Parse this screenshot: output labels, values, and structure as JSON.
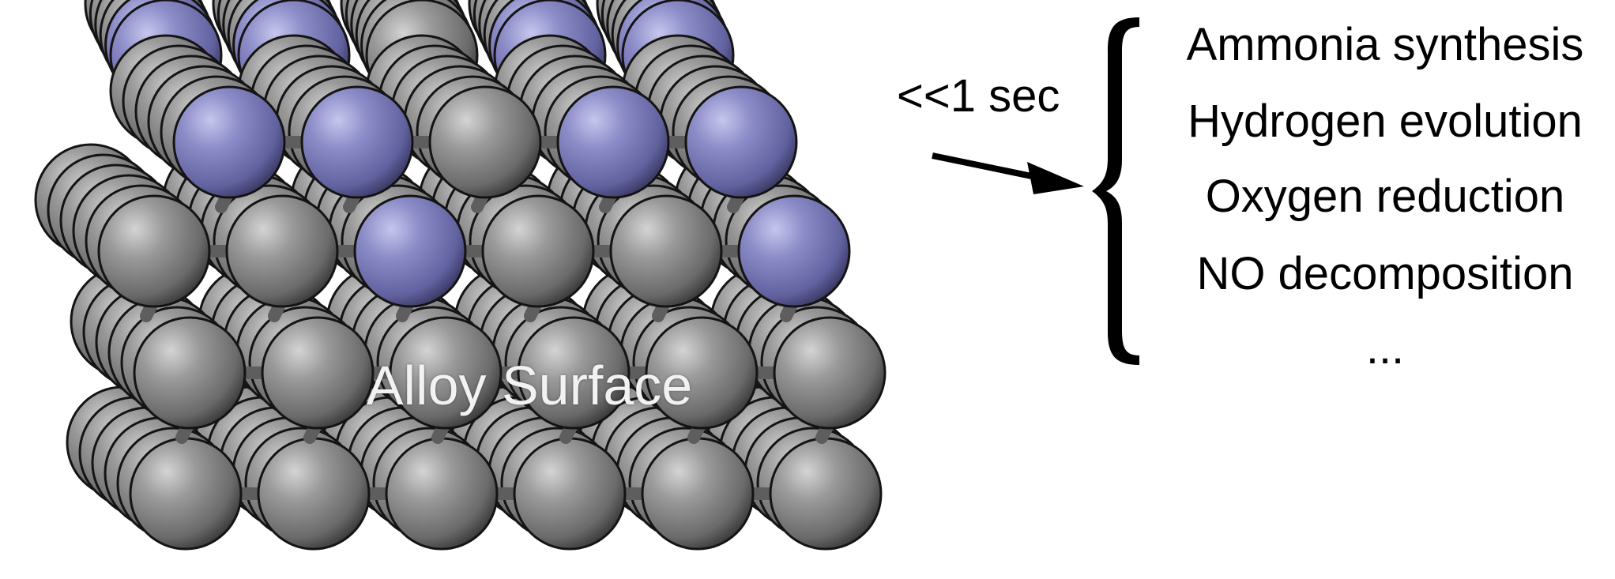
{
  "diagram": {
    "surface_label": "Alloy Surface",
    "time_label": "<<1 sec",
    "reactions": [
      "Ammonia synthesis",
      "Hydrogen evolution",
      "Oxygen reduction",
      "NO decomposition",
      "..."
    ]
  },
  "colors": {
    "host_atom": "#8a8a8a",
    "dopant_atom": "#8c8cc8",
    "text_dark": "#000000",
    "text_light": "#f2f2f2"
  },
  "icons": {
    "arrow": "right-arrow-icon",
    "brace": "left-curly-brace-icon"
  }
}
